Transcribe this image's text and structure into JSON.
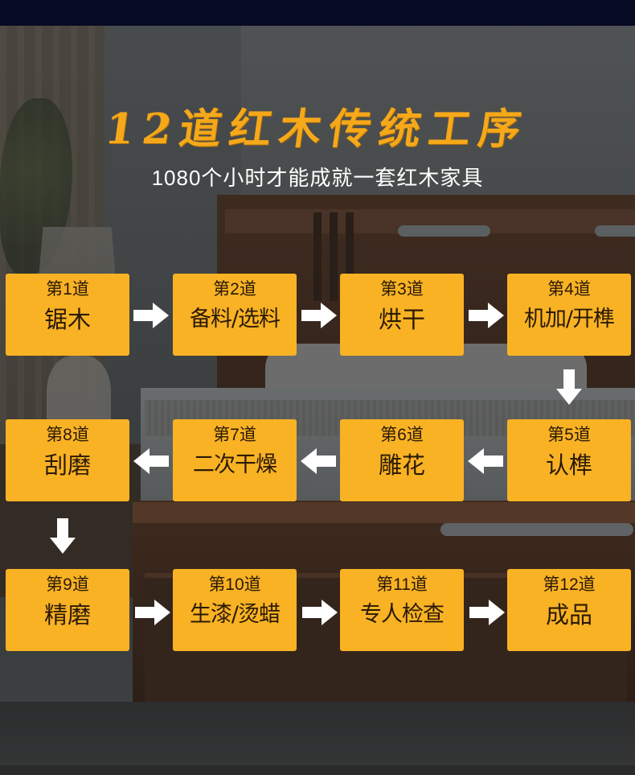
{
  "header": {
    "title": "12道红木传统工序",
    "subtitle": "1080个小时才能成就一套红木家具"
  },
  "steps": [
    {
      "num": "第1道",
      "name": "锯木"
    },
    {
      "num": "第2道",
      "name": "备料/选料"
    },
    {
      "num": "第3道",
      "name": "烘干"
    },
    {
      "num": "第4道",
      "name": "机加/开榫"
    },
    {
      "num": "第5道",
      "name": "认榫"
    },
    {
      "num": "第6道",
      "name": "雕花"
    },
    {
      "num": "第7道",
      "name": "二次干燥"
    },
    {
      "num": "第8道",
      "name": "刮磨"
    },
    {
      "num": "第9道",
      "name": "精磨"
    },
    {
      "num": "第10道",
      "name": "生漆/烫蜡"
    },
    {
      "num": "第11道",
      "name": "专人检查"
    },
    {
      "num": "第12道",
      "name": "成品"
    }
  ],
  "colors": {
    "box": "#f8b224",
    "title": "#f5a81a",
    "arrow": "#ffffff"
  },
  "icons": {
    "arrow_right": "arrow-right-icon",
    "arrow_left": "arrow-left-icon",
    "arrow_down": "arrow-down-icon"
  }
}
